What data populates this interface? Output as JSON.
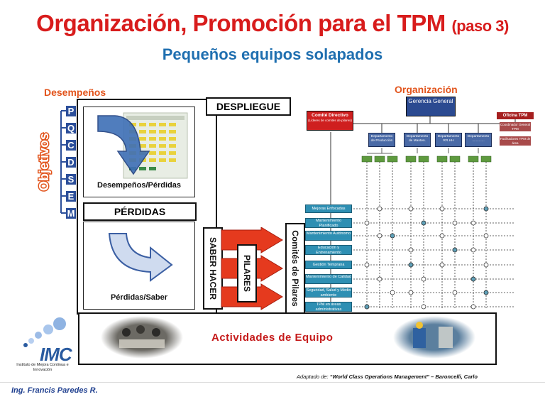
{
  "title": {
    "main": "Organización, Promoción para el TPM",
    "step": "(paso 3)"
  },
  "subtitle": "Pequeños equipos solapados",
  "left": {
    "desempenos_label": "Desempeños",
    "objetivos_label": "Objetivos",
    "objective_letters": [
      "P",
      "Q",
      "C",
      "D",
      "S",
      "E",
      "M"
    ],
    "panel1_caption": "Desempeños/Pérdidas",
    "perdidas_label": "PÉRDIDAS",
    "panel2_caption": "Pérdidas/Saber"
  },
  "center": {
    "despliegue": "DESPLIEGUE",
    "saber_hacer": "SABER HACER",
    "pilares": "PILARES",
    "comites": "Comités de Pilares"
  },
  "organization": {
    "label": "Organización",
    "gerencia": "Gerencia General",
    "comite_directivo": "Comité Directivo",
    "comite_sub": "(Líderes de comités de pilares)",
    "departments": [
      "Departamento de Producción",
      "Departamento de Manten.",
      "Departamento RR.HH",
      "Departamento ............."
    ],
    "oficina": "Oficina TPM",
    "oficina_items": [
      "Coordinador General TPM",
      "Facilitadores TPM de área"
    ],
    "pillars": [
      "Mejoras Enfocadas",
      "Mantenimiento Planificado",
      "Mantenimiento Autónomo",
      "Educación y Entrenamiento",
      "Gestión Temprana",
      "Mantenimiento de Calidad",
      "Seguridad, Salud y Medio ambiente",
      "TPM en áreas administrativas"
    ]
  },
  "activities": "Actividades de Equipo",
  "footer": {
    "credit_prefix": "Adaptado de:",
    "credit_source": "“World Class Operations Management” – Baroncelli, Carlo",
    "author": "Ing. Francis Paredes R.",
    "logo_text": "IMC",
    "logo_sub": "Instituto de Mejora Continua e Innovación"
  },
  "colors": {
    "title_red": "#d81c1c",
    "subtitle_blue": "#1f6fb0",
    "orange": "#e2541c",
    "pillar_blue": "#2e8fb3",
    "arrow_red": "#e53a1e"
  }
}
